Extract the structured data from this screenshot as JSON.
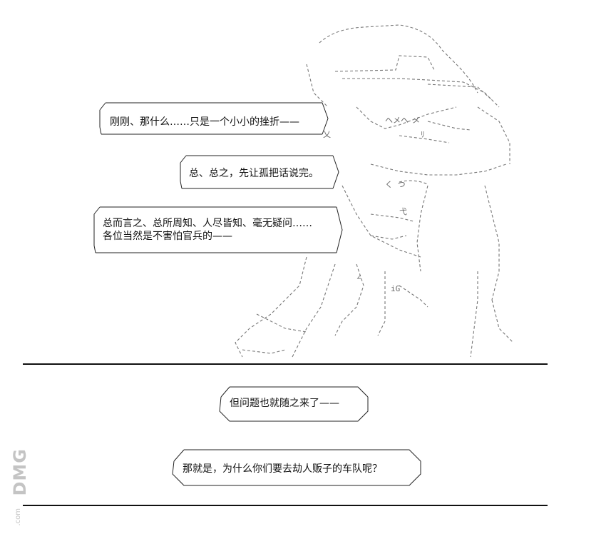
{
  "bubbles": [
    {
      "lines": [
        "刚刚、那什么……只是一个小小的挫折——"
      ]
    },
    {
      "lines": [
        "总、总之，先让孤把话说完。"
      ]
    },
    {
      "lines": [
        "总而言之、总所周知、人尽皆知、毫无疑问……",
        "各位当然是不害怕官兵的——"
      ]
    },
    {
      "lines": [
        "但问题也就随之来了——"
      ]
    },
    {
      "lines": [
        "那就是，为什么你们要去劫人贩子的车队呢？"
      ]
    }
  ],
  "art_fragments": [
    "ヘメヘ",
    "く つ",
    "弋",
    "iG",
    "∠",
    "メ",
    "乂",
    "ﾘ"
  ],
  "watermark": {
    "brand": "DMG",
    "suffix": ".com"
  }
}
